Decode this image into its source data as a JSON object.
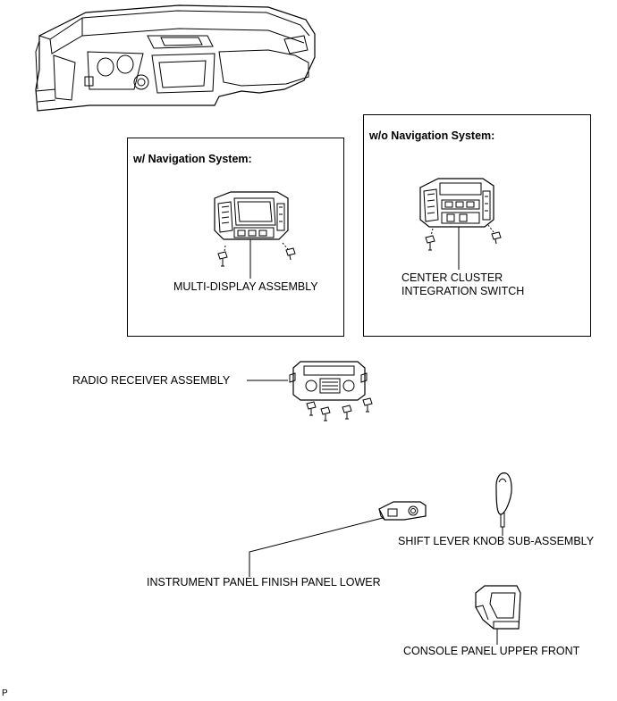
{
  "variants": {
    "with_nav": {
      "title": "w/ Navigation System:"
    },
    "without_nav": {
      "title": "w/o Navigation System:"
    }
  },
  "labels": {
    "multi_display": "MULTI-DISPLAY ASSEMBLY",
    "center_cluster_line1": "CENTER CLUSTER",
    "center_cluster_line2": "INTEGRATION SWITCH",
    "radio_receiver": "RADIO RECEIVER ASSEMBLY",
    "shift_knob": "SHIFT LEVER KNOB SUB-ASSEMBLY",
    "finish_panel": "INSTRUMENT PANEL FINISH PANEL LOWER",
    "console_panel": "CONSOLE PANEL UPPER FRONT"
  },
  "footer": {
    "code": "P"
  }
}
